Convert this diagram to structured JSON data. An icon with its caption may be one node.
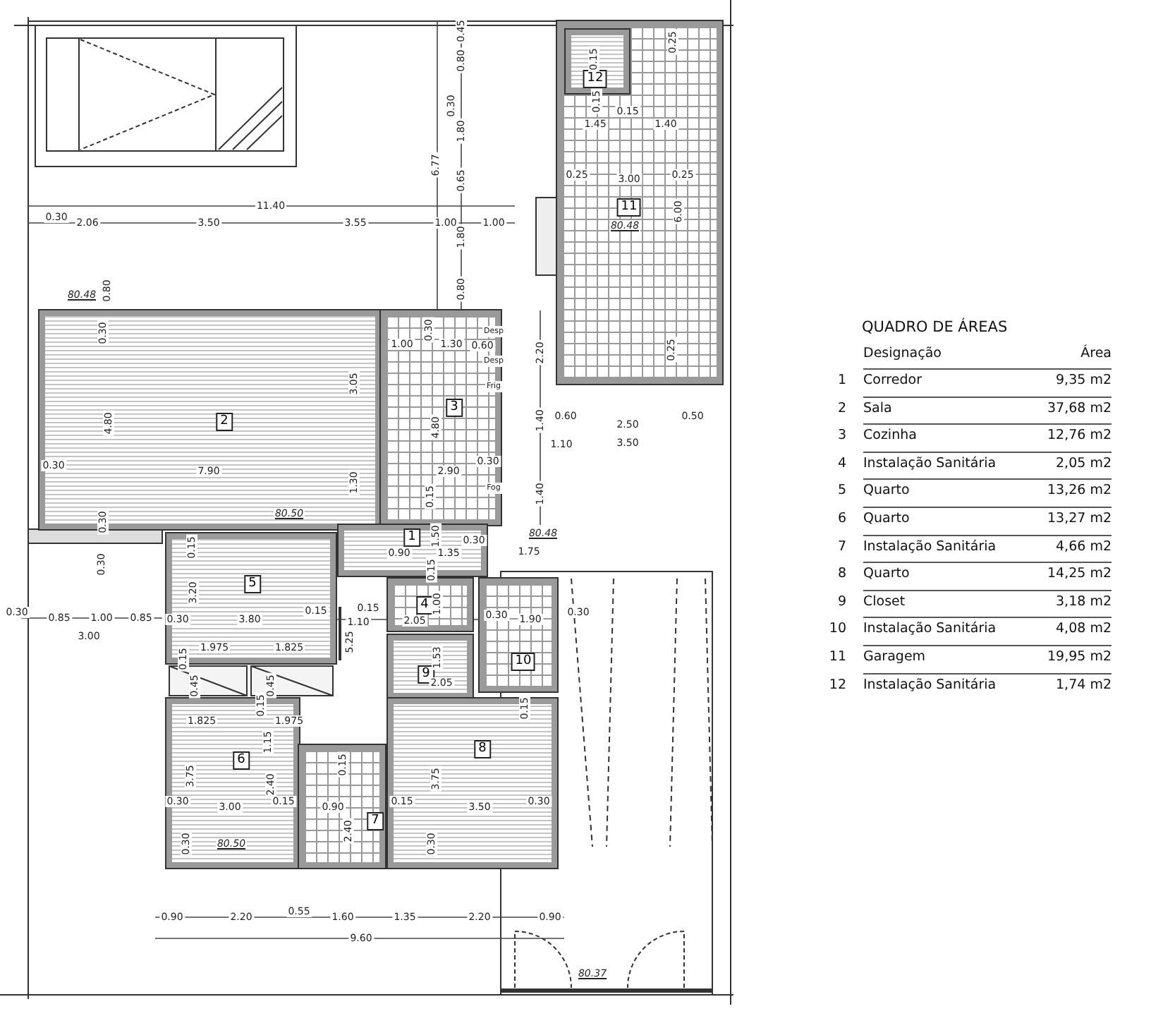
{
  "diagram": {
    "nodes": [
      {
        "text": [
          "11"
        ]
      },
      {
        "text": [
          "12"
        ],
        "in": 0
      },
      {
        "text": [
          "2"
        ]
      },
      {
        "text": [
          "3"
        ]
      },
      {
        "text": [
          "1"
        ]
      },
      {
        "text": [
          "5"
        ]
      },
      {
        "text": [
          "4"
        ]
      },
      {
        "text": [
          "10"
        ]
      },
      {
        "text": [
          "9"
        ]
      },
      {
        "text": [
          "6"
        ]
      },
      {
        "text": [
          "7"
        ]
      },
      {
        "text": [
          "8"
        ]
      }
    ],
    "labels": [
      "0.45",
      "0.80",
      "0.30",
      "1.80",
      "6.77",
      "0.65",
      "11.40",
      "0.30",
      "2.06",
      "3.50",
      "3.55",
      "1.00",
      "1.00",
      "1.80",
      "0.80",
      "0.15",
      "0.25",
      "0.15",
      "0.15",
      "1.45",
      "1.40",
      "0.25",
      "3.00",
      "0.25",
      "80.48",
      "6.00",
      "0.25",
      "80.48",
      "0.80",
      "0.30",
      "1.00",
      "1.30",
      "0.60",
      "0.30",
      "3.05",
      "4.80",
      "4.80",
      "2.20",
      "1.40",
      "0.60",
      "2.50",
      "0.50",
      "1.10",
      "3.50",
      "0.30",
      "7.90",
      "0.30",
      "2.90",
      "1.30",
      "0.15",
      "1.40",
      "80.50",
      "0.30",
      "1.50",
      "80.48",
      "0.90",
      "1.35",
      "0.30",
      "1.75",
      "0.15",
      "0.30",
      "0.15",
      "0.30",
      "0.85",
      "1.00",
      "0.85",
      "0.30",
      "3.20",
      "3.80",
      "0.15",
      "0.15",
      "1.10",
      "1.00",
      "2.05",
      "0.30",
      "1.90",
      "0.30",
      "3.00",
      "0.15",
      "1.975",
      "1.825",
      "5.25",
      "1.53",
      "2.05",
      "0.45",
      "0.45",
      "0.15",
      "0.15",
      "1.825",
      "1.975",
      "1.15",
      "0.15",
      "3.75",
      "2.40",
      "3.75",
      "0.30",
      "3.00",
      "0.15",
      "0.90",
      "2.40",
      "0.15",
      "3.50",
      "0.30",
      "0.30",
      "80.50",
      "0.30",
      "0.90",
      "2.20",
      "0.55",
      "1.60",
      "1.35",
      "2.20",
      "0.90",
      "9.60",
      "80.37",
      "Desp",
      "Desp",
      "Frig",
      "Fog",
      "QUADRO DE ÁREAS",
      "Designação",
      "Área",
      "1",
      "Corredor",
      "9,35 m2",
      "2",
      "Sala",
      "37,68 m2",
      "3",
      "Cozinha",
      "12,76 m2",
      "4",
      "Instalação Sanitária",
      "2,05 m2",
      "5",
      "Quarto",
      "13,26 m2",
      "6",
      "Quarto",
      "13,27 m2",
      "7",
      "Instalação Sanitária",
      "4,66 m2",
      "8",
      "Quarto",
      "14,25 m2",
      "9",
      "Closet",
      "3,18 m2",
      "10",
      "Instalação Sanitária",
      "4,08 m2",
      "11",
      "Garagem",
      "19,95 m2",
      "12",
      "Instalação Sanitária",
      "1,74 m2"
    ]
  }
}
